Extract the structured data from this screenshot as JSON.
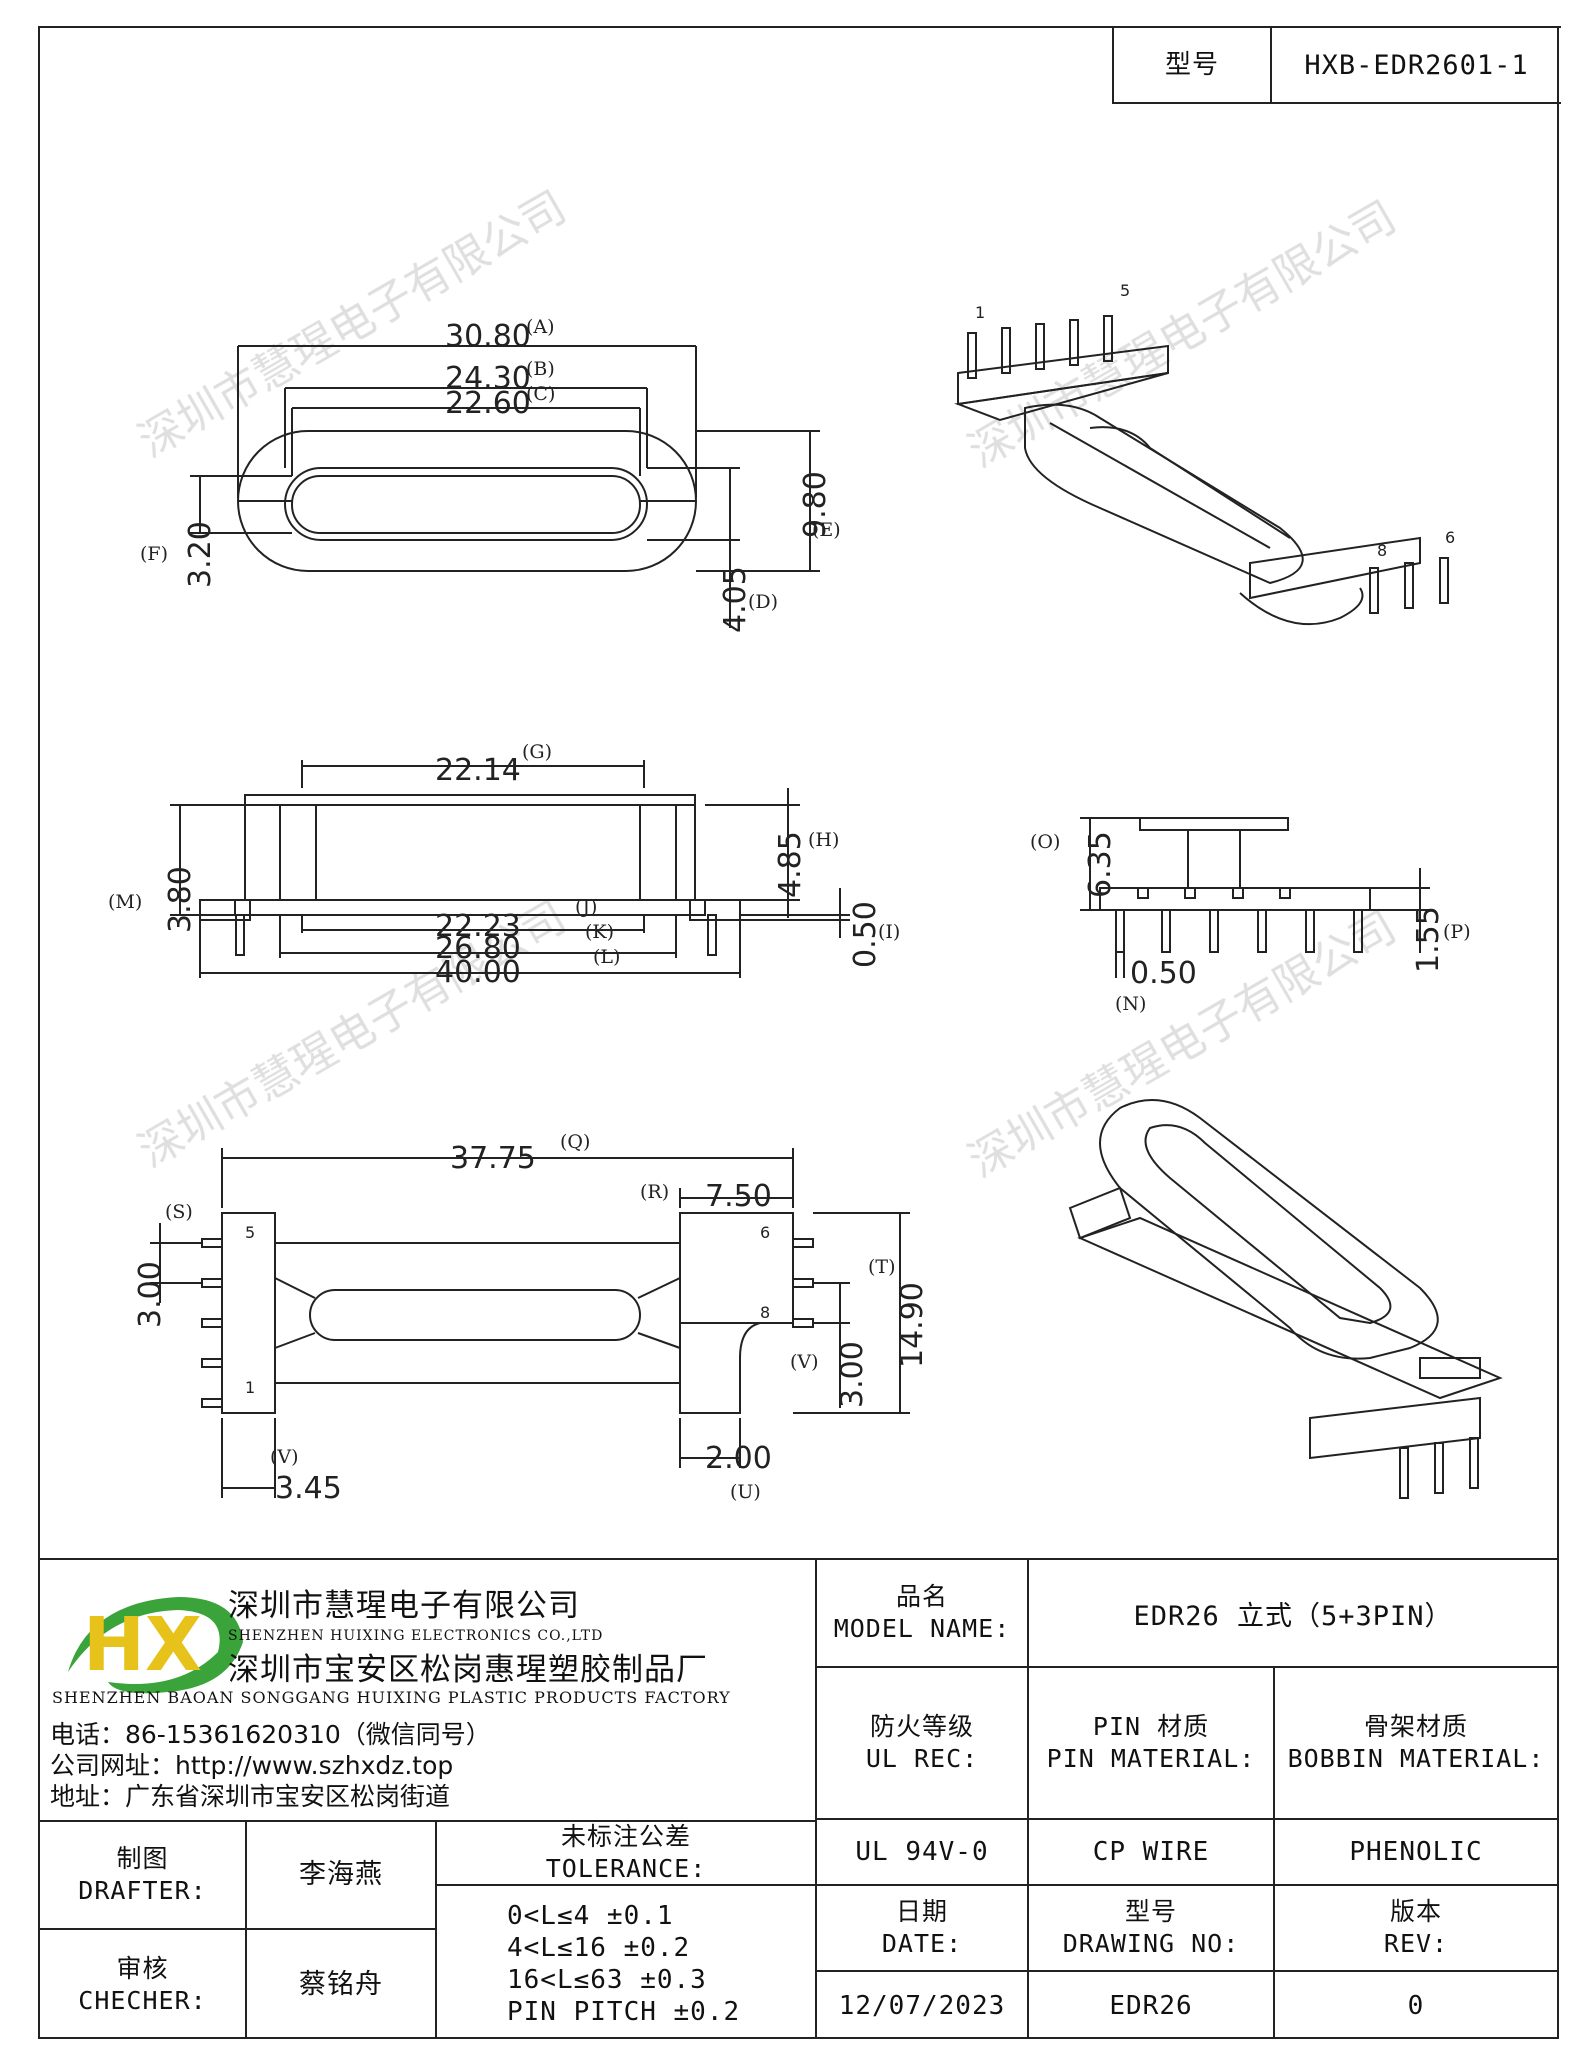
{
  "header": {
    "model_label": "型号",
    "model_value": "HXB-EDR2601-1"
  },
  "watermark": "深圳市慧瑆电子有限公司",
  "drawing": {
    "top_view": {
      "dims": [
        {
          "value": "30.80",
          "tag": "(A)"
        },
        {
          "value": "24.30",
          "tag": "(B)"
        },
        {
          "value": "22.60",
          "tag": "(C)"
        },
        {
          "value": "4.05",
          "tag": "(D)"
        },
        {
          "value": "9.80",
          "tag": "(E)"
        },
        {
          "value": "3.20",
          "tag": "(F)"
        }
      ]
    },
    "side_view": {
      "dims": [
        {
          "value": "22.14",
          "tag": "(G)"
        },
        {
          "value": "4.85",
          "tag": "(H)"
        },
        {
          "value": "0.50",
          "tag": "(I)"
        },
        {
          "value": "22.23",
          "tag": "(J)"
        },
        {
          "value": "26.80",
          "tag": "(K)"
        },
        {
          "value": "40.00",
          "tag": "(L)"
        },
        {
          "value": "3.80",
          "tag": "(M)"
        }
      ]
    },
    "end_view": {
      "dims": [
        {
          "value": "0.50",
          "tag": "(N)"
        },
        {
          "value": "6.35",
          "tag": "(O)"
        },
        {
          "value": "1.55",
          "tag": "(P)"
        }
      ]
    },
    "bottom_view": {
      "dims": [
        {
          "value": "37.75",
          "tag": "(Q)"
        },
        {
          "value": "7.50",
          "tag": "(R)"
        },
        {
          "value": "3.00",
          "tag": "(S)"
        },
        {
          "value": "14.90",
          "tag": "(T)"
        },
        {
          "value": "2.00",
          "tag": "(U)"
        },
        {
          "value": "3.00",
          "tag": "(V)"
        },
        {
          "value": "3.45",
          "tag": "(V)"
        }
      ],
      "pins": [
        "5",
        "1",
        "6",
        "8"
      ]
    },
    "iso_top": {
      "pins": [
        "1",
        "5",
        "8",
        "6"
      ]
    }
  },
  "company": {
    "logo_text": "HX",
    "name_cn": "深圳市慧瑆电子有限公司",
    "name_en": "SHENZHEN HUIXING ELECTRONICS CO.,LTD",
    "factory_cn": "深圳市宝安区松岗惠瑆塑胶制品厂",
    "factory_en": "SHENZHEN BAOAN SONGGANG HUIXING PLASTIC PRODUCTS FACTORY",
    "phone": "电话：86-15361620310（微信同号）",
    "website": "公司网址：http://www.szhxdz.top",
    "address": "地址：广东省深圳市宝安区松岗街道"
  },
  "title_block": {
    "model_name_cn": "品名",
    "model_name_en": "MODEL NAME:",
    "model_name_value": "EDR26 立式（5+3PIN）",
    "ul_cn": "防火等级",
    "ul_en": "UL REC:",
    "pin_cn": "PIN 材质",
    "pin_en": "PIN MATERIAL:",
    "bobbin_cn": "骨架材质",
    "bobbin_en": "BOBBIN MATERIAL:",
    "ul_value": "UL 94V-0",
    "pin_value": "CP WIRE",
    "bobbin_value": "PHENOLIC",
    "drafter_cn": "制图",
    "drafter_en": "DRAFTER:",
    "drafter_name": "李海燕",
    "checker_cn": "审核",
    "checker_en": "CHECHER:",
    "checker_name": "蔡铭舟",
    "tolerance_cn": "未标注公差",
    "tolerance_en": "TOLERANCE:",
    "tolerances": [
      "0<L≤4  ±0.1",
      "4<L≤16 ±0.2",
      "16<L≤63 ±0.3",
      "PIN PITCH ±0.2"
    ],
    "date_cn": "日期",
    "date_en": "DATE:",
    "date_value": "12/07/2023",
    "drawing_no_cn": "型号",
    "drawing_no_en": "DRAWING NO:",
    "drawing_no_value": "EDR26",
    "rev_cn": "版本",
    "rev_en": "REV:",
    "rev_value": "0"
  },
  "colors": {
    "logo_green": "#3aa33a",
    "logo_yellow": "#e6c21a",
    "line": "#222222",
    "watermark": "#d8d8d8"
  }
}
